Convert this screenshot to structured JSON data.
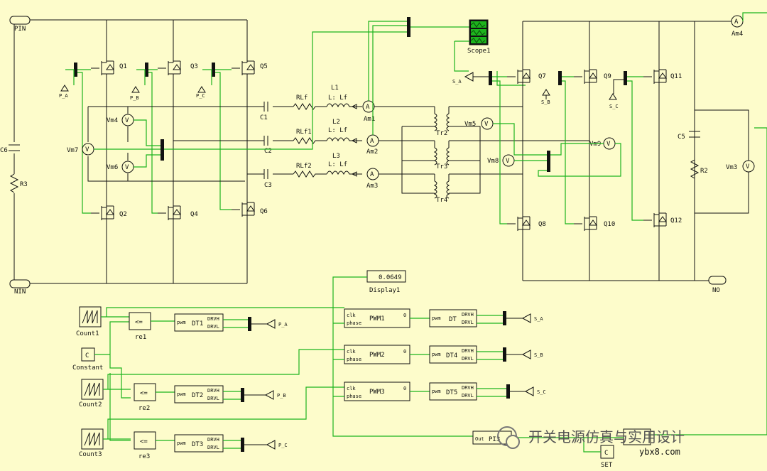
{
  "nodes": {
    "pin": "PIN",
    "nin": "NIN",
    "no": "NO"
  },
  "capacitors": {
    "c1": "C1",
    "c2": "C2",
    "c3": "C3",
    "c5": "C5",
    "c6": "C6"
  },
  "resistors": {
    "r2": "R2",
    "r3": "R3",
    "rlf": "RLf",
    "rlf1": "RLf1",
    "rlf2": "RLf2"
  },
  "inductors": {
    "l1": "L1",
    "l2": "L2",
    "l3": "L3",
    "l_val": "L: Lf"
  },
  "switches": {
    "q1": "Q1",
    "q2": "Q2",
    "q3": "Q3",
    "q4": "Q4",
    "q5": "Q5",
    "q6": "Q6",
    "q7": "Q7",
    "q8": "Q8",
    "q9": "Q9",
    "q10": "Q10",
    "q11": "Q11",
    "q12": "Q12"
  },
  "meters": {
    "am1": "Am1",
    "am2": "Am2",
    "am3": "Am3",
    "am4": "Am4",
    "vm3": "Vm3",
    "vm4": "Vm4",
    "vm5": "Vm5",
    "vm6": "Vm6",
    "vm7": "Vm7",
    "vm8": "Vm8",
    "vm9": "Vm9",
    "amp_sym": "A",
    "volt_sym": "V"
  },
  "transformers": {
    "tr2": "Tr2",
    "tr3": "Tr3",
    "tr4": "Tr4"
  },
  "labels": {
    "p_a": "P_A",
    "p_b": "P_B",
    "p_c": "P_C",
    "s_a": "S_A",
    "s_b": "S_B",
    "s_c": "S_C"
  },
  "scope": {
    "name": "Scope1"
  },
  "display": {
    "name": "Display1",
    "value": "0.0649"
  },
  "sources": {
    "count1": "Count1",
    "count2": "Count2",
    "count3": "Count3",
    "constant": "Constant",
    "c_sym": "C",
    "set": "SET"
  },
  "compare": {
    "re1": "re1",
    "re2": "re2",
    "re3": "re3",
    "op": "<="
  },
  "deadtime": {
    "dt1": "DT1",
    "dt3": "DT3",
    "dt4": "DT4",
    "dt5": "DT5",
    "dt": "DT",
    "pwm": "pwm",
    "drvh": "DRVH",
    "drvl": "DRVL"
  },
  "pwm_blocks": {
    "pwm1": "PWM1",
    "pwm2": "PWM2",
    "pwm3": "PWM3",
    "clk": "clk",
    "phase": "phase",
    "zero": "0"
  },
  "pi": {
    "name": "PI3",
    "out": "Out"
  },
  "watermark": {
    "text": "开关电源仿真与实用设计",
    "site": "ybx8.com"
  }
}
